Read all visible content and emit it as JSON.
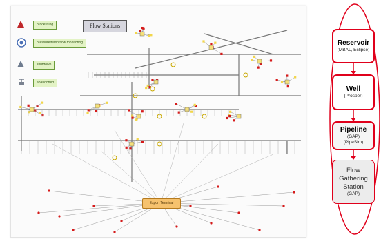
{
  "legend": [
    {
      "icon": "triangle-red-icon",
      "label": "processing"
    },
    {
      "icon": "circle-blue-icon",
      "label": "pressure/temp/flow monitoring"
    },
    {
      "icon": "triangle-grey-icon",
      "label": "shutdown"
    },
    {
      "icon": "pump-grey-icon",
      "label": "abandoned"
    }
  ],
  "network": {
    "title": "Flow Stations",
    "terminal_label": "Export Terminal"
  },
  "hierarchy": {
    "stages": [
      {
        "title": "Reservoir",
        "subtitle": [
          "(MBAL, Eclipse)"
        ]
      },
      {
        "title": "Well",
        "subtitle": [
          "(Prosper)"
        ]
      },
      {
        "title": "Pipeline",
        "subtitle": [
          "(GAP)",
          "(PipeSim)"
        ]
      },
      {
        "title": "Flow Gathering Station",
        "subtitle": [
          "(GAP)"
        ]
      }
    ]
  },
  "colors": {
    "accent_red": "#e0001b",
    "legend_fill": "#e3f3c5",
    "node_yellow": "#f2d64a",
    "node_red": "#d61a1a",
    "terminal_orange": "#f6c26e"
  }
}
